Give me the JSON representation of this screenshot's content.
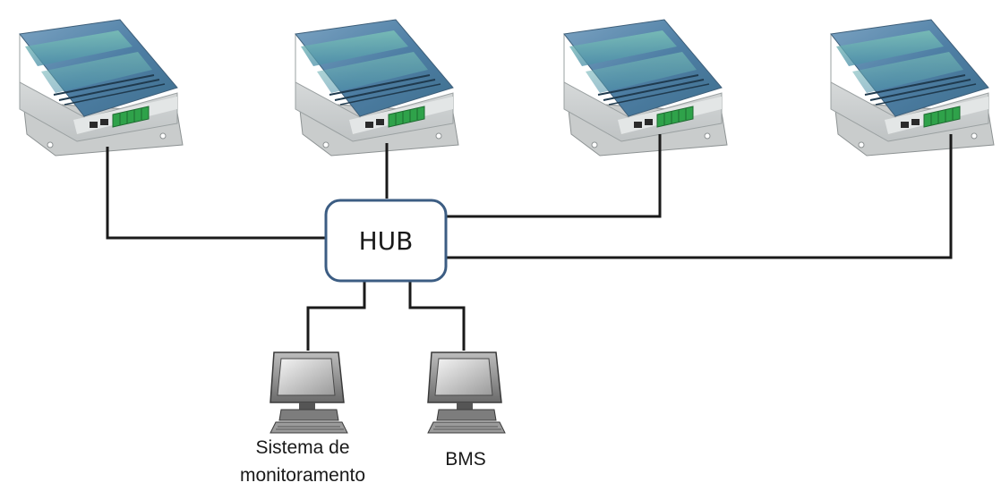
{
  "hub": {
    "label": "HUB",
    "border_color": "#3c5d83"
  },
  "controllers": [
    {
      "id": "controller-1"
    },
    {
      "id": "controller-2"
    },
    {
      "id": "controller-3"
    },
    {
      "id": "controller-4"
    }
  ],
  "computers": [
    {
      "id": "monitoring",
      "label_line1": "Sistema de",
      "label_line2": "monitoramento"
    },
    {
      "id": "bms",
      "label_line1": "BMS",
      "label_line2": ""
    }
  ],
  "colors": {
    "cable": "#1a1a1a",
    "device_top": "#5d86a8",
    "device_side": "#d6d8d8",
    "terminal_green": "#2fa24a"
  }
}
